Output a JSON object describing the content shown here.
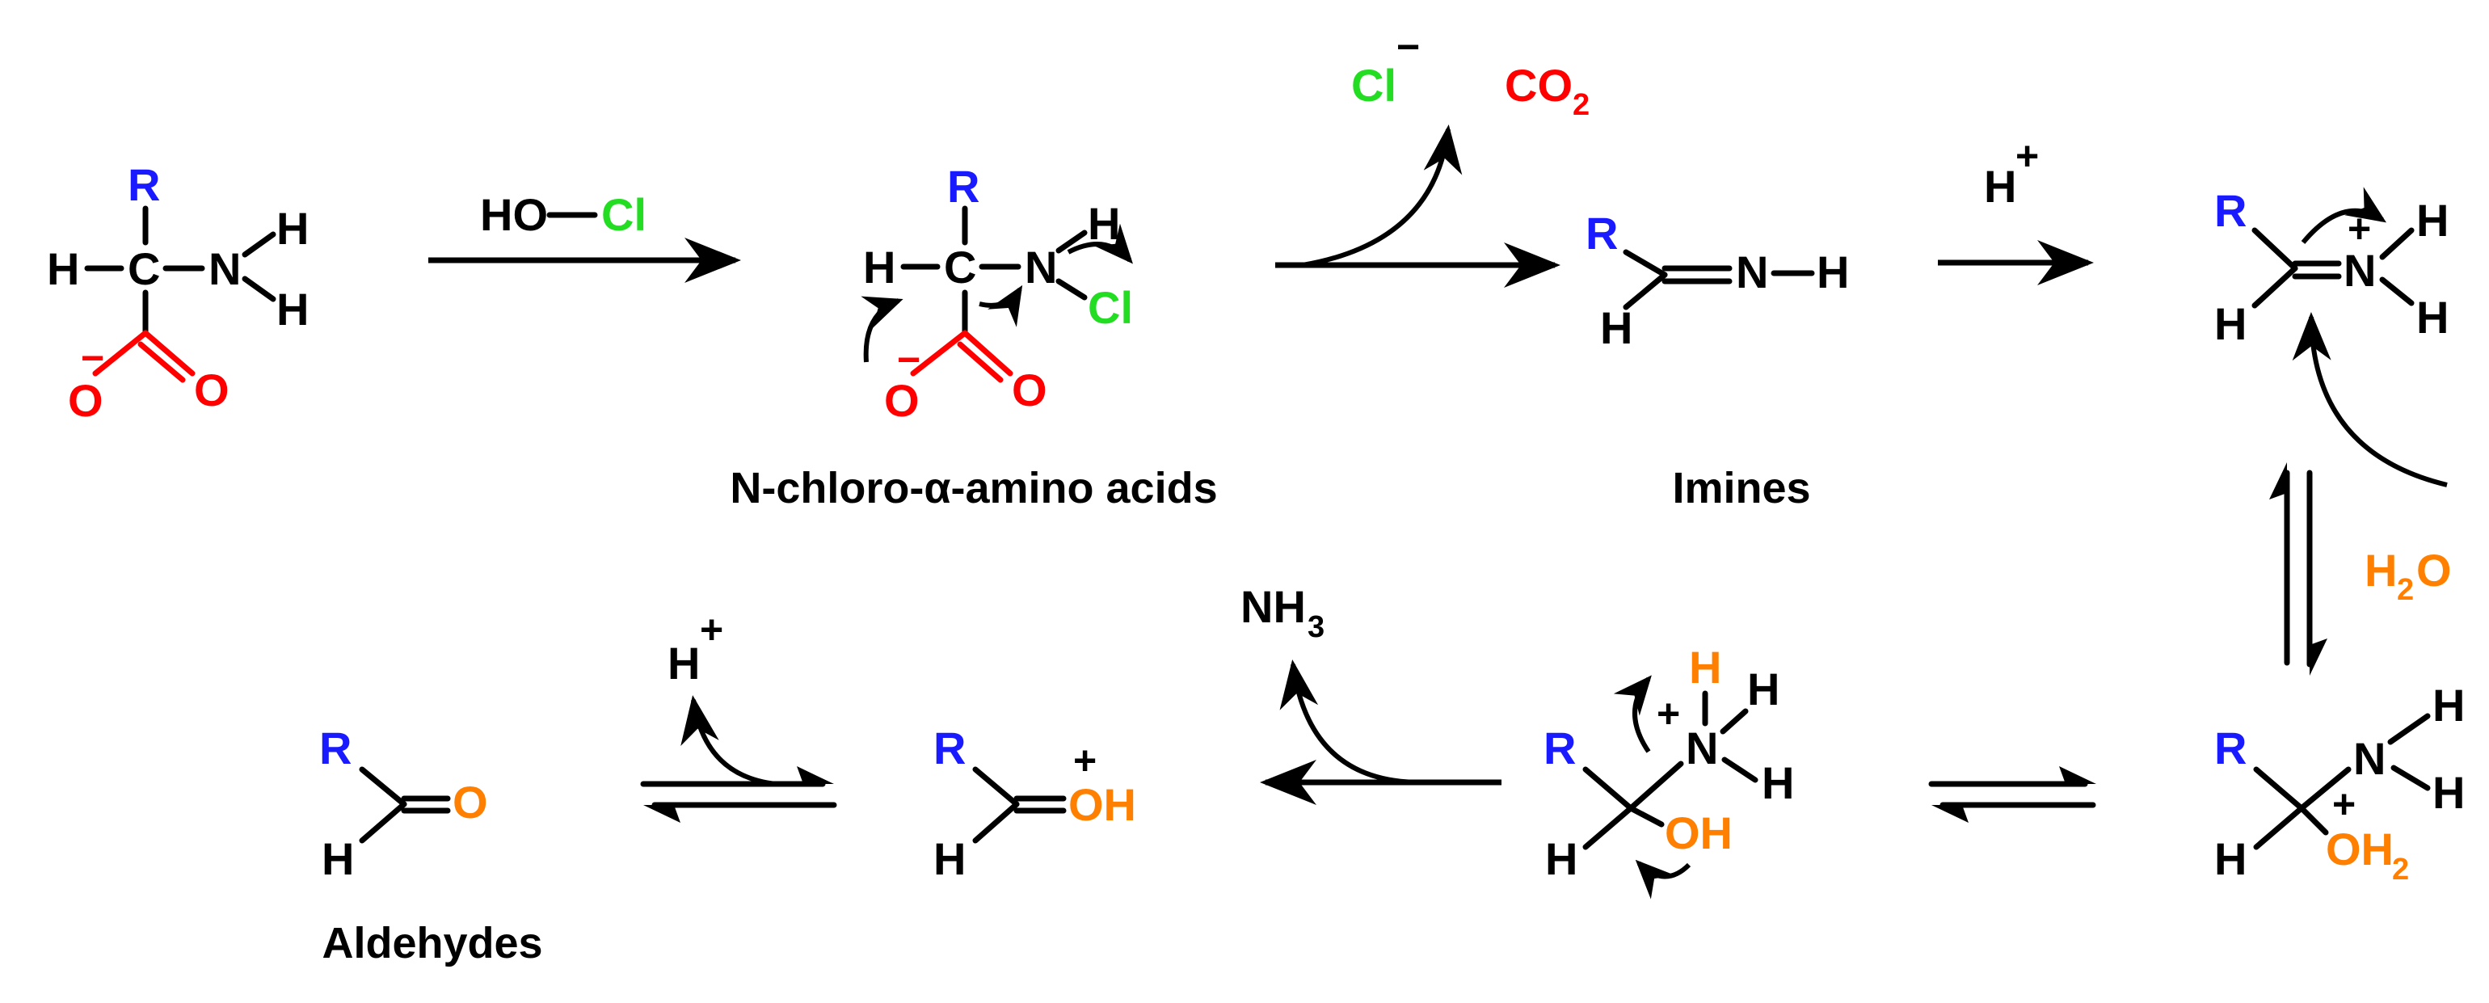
{
  "colors": {
    "black": "#000000",
    "r_group": "#1a1aff",
    "carboxylate": "#ff0000",
    "chlorine": "#22dd22",
    "water_oxygen": "#ff8000"
  },
  "atoms": {
    "R": "R",
    "H": "H",
    "C": "C",
    "N": "N",
    "O": "O",
    "Cl": "Cl",
    "OH": "OH",
    "OH2": "OH",
    "CO2": "CO",
    "NH3": "NH",
    "H2O_H": "H",
    "H2O_O": "O",
    "sub2": "2",
    "sub3": "3",
    "plus": "+",
    "minus": "−"
  },
  "reagents": {
    "hocl_ho": "HO",
    "hocl_cl": "Cl"
  },
  "captions": {
    "chloroamino": "N-chloro-α-amino acids",
    "imines": "Imines",
    "aldehydes": "Aldehydes"
  }
}
